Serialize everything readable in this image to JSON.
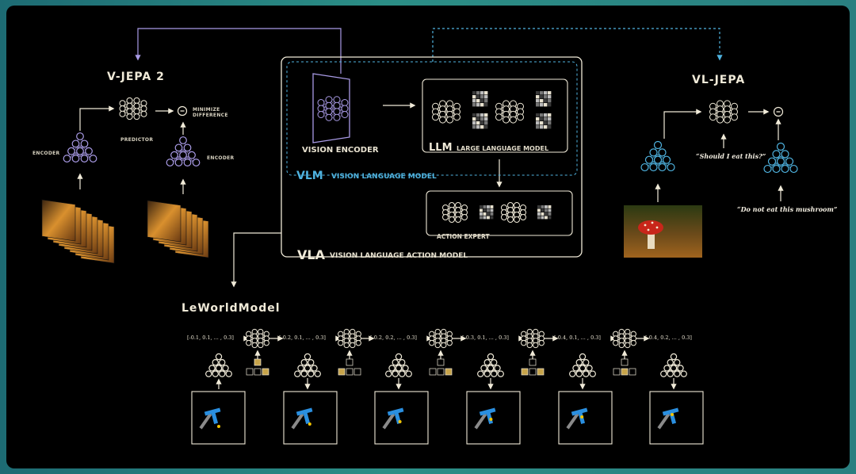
{
  "vjepa": {
    "title": "V-JEPA 2",
    "encoder_left": "ENCODER",
    "encoder_right": "ENCODER",
    "predictor": "PREDICTOR",
    "minimize": "MINIMIZE",
    "difference": "DIFFERENCE",
    "minus": "−"
  },
  "vla": {
    "vision_encoder": "VISION ENCODER",
    "llm_abbr": "LLM",
    "llm_full": "LARGE LANGUAGE MODEL",
    "vlm_abbr": "VLM",
    "vlm_full": "VISION LANGUAGE MODEL",
    "action_expert": "ACTION EXPERT",
    "vla_abbr": "VLA",
    "vla_full": "VISION LANGUAGE ACTION MODEL"
  },
  "vljepa": {
    "title": "VL-JEPA",
    "question": "“Should I eat this?”",
    "answer": "“Do not eat this mushroom”",
    "minus": "−"
  },
  "leworld": {
    "title": "LeWorldModel",
    "vectors": [
      "[-0.1, 0.1, ... , 0.3]",
      "[-0.2, 0.1, ... , 0.3]",
      "[-0.2, 0.2, ... , 0.3]",
      "[-0.3, 0.1, ... , 0.3]",
      "[-0.4, 0.1, ... , 0.3]",
      "[-0.4, 0.2, ... , 0.3]"
    ],
    "actions": [
      "↑",
      "↓",
      "←",
      "→"
    ],
    "active_keys": [
      [
        "↑",
        "→"
      ],
      [
        "←"
      ],
      [
        "→"
      ],
      [
        "←",
        "→"
      ],
      [
        "↓"
      ]
    ]
  },
  "colors": {
    "cream": "#f0ead8",
    "lavender": "#a99be6",
    "blue": "#4fb3e0",
    "gold": "#c7a44a",
    "tpiece": "#2a8fe0",
    "grey_piece": "#8a8a8a",
    "dot": "#f2c400"
  }
}
